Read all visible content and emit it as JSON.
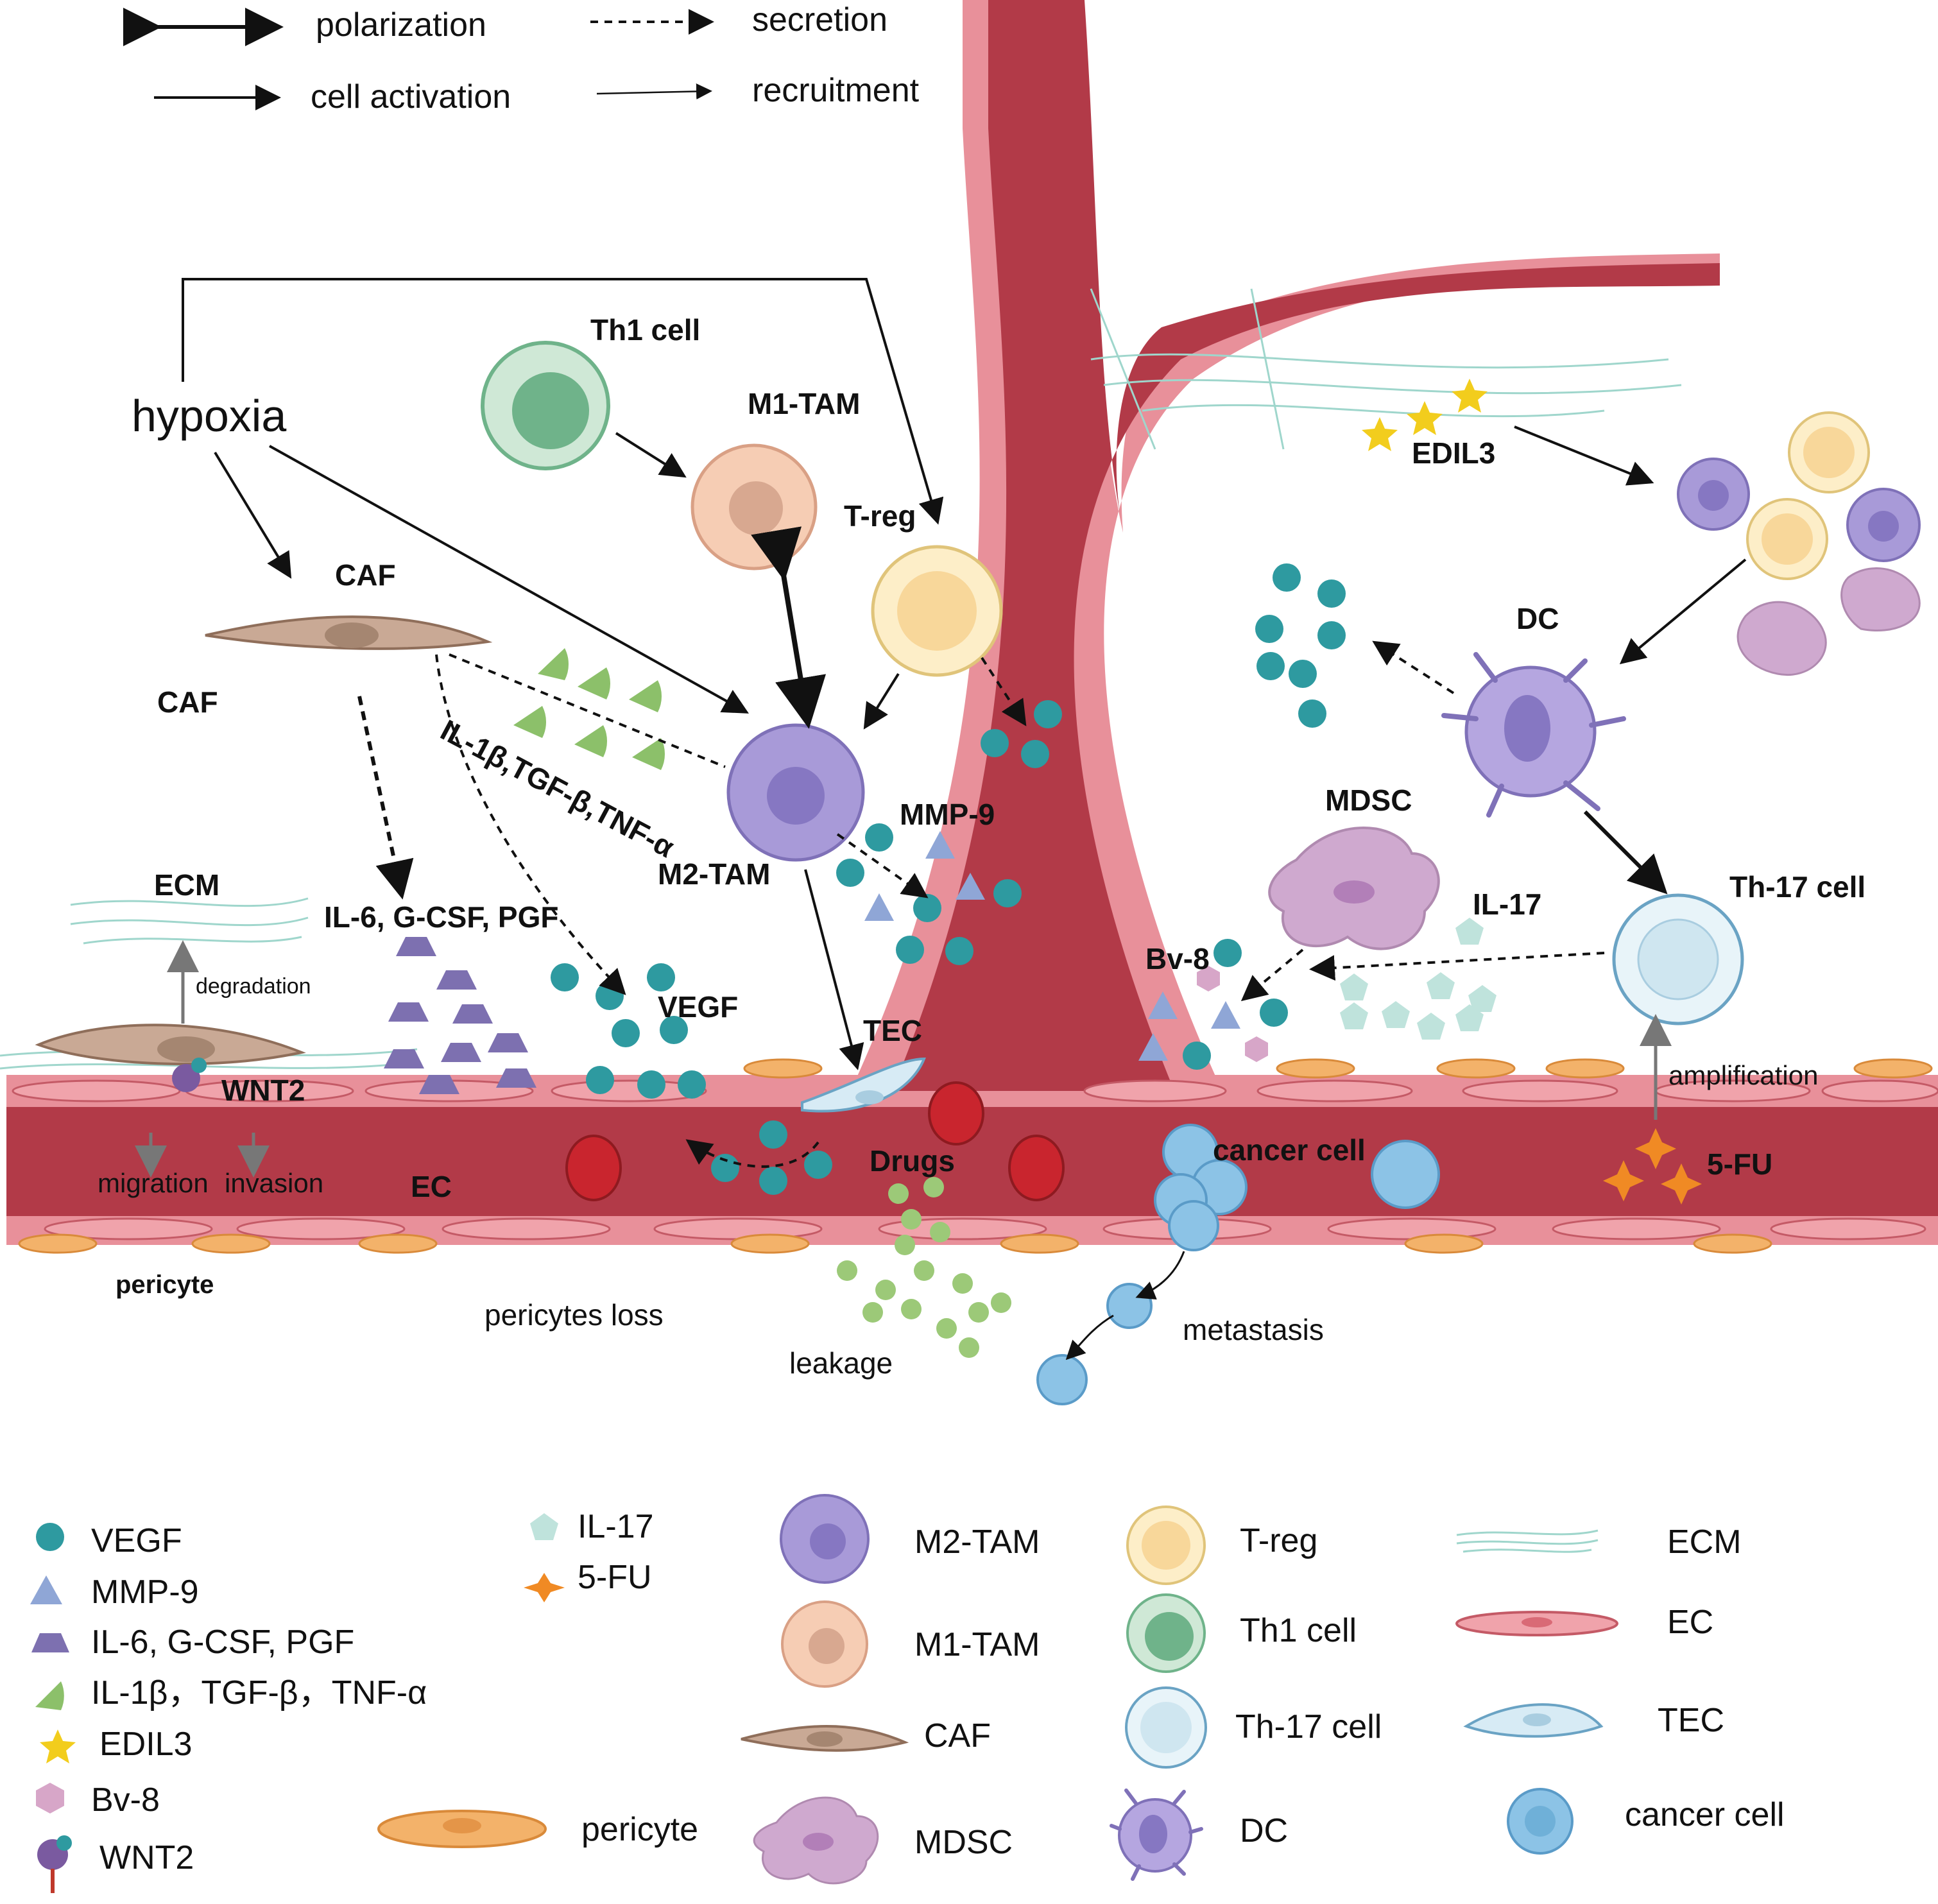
{
  "top_legend": {
    "polarization": "polarization",
    "secretion": "secretion",
    "cell_activation": "cell activation",
    "recruitment": "recruitment"
  },
  "labels": {
    "hypoxia": "hypoxia",
    "th1_cell": "Th1 cell",
    "m1_tam": "M1-TAM",
    "t_reg": "T-reg",
    "caf_top": "CAF",
    "caf_left": "CAF",
    "il1b_tgfb_tnfa": "IL-1β,TGF-β,TNF-α",
    "m2_tam": "M2-TAM",
    "mmp9": "MMP-9",
    "ecm": "ECM",
    "degradation": "degradation",
    "il6_gcsf_pgf": "IL-6, G-CSF, PGF",
    "vegf": "VEGF",
    "wnt2": "WNT2",
    "tec": "TEC",
    "migration": "migration",
    "invasion": "invasion",
    "ec": "EC",
    "drugs": "Drugs",
    "pericyte": "pericyte",
    "pericytes_loss": "pericytes loss",
    "leakage": "leakage",
    "edil3": "EDIL3",
    "dc": "DC",
    "mdsc": "MDSC",
    "il17": "IL-17",
    "th17_cell": "Th-17 cell",
    "bv8": "Bv-8",
    "amplification": "amplification",
    "cancer_cell": "cancer cell",
    "five_fu": "5-FU",
    "metastasis": "metastasis"
  },
  "bottom_legend": {
    "vegf": "VEGF",
    "mmp9": "MMP-9",
    "il6": "IL-6, G-CSF, PGF",
    "il1b": "IL-1β，TGF-β，TNF-α",
    "edil3": "EDIL3",
    "bv8": "Bv-8",
    "wnt2": "WNT2",
    "il17": "IL-17",
    "five_fu": "5-FU",
    "m2_tam": "M2-TAM",
    "m1_tam": "M1-TAM",
    "caf": "CAF",
    "mdsc": "MDSC",
    "pericyte": "pericyte",
    "t_reg": "T-reg",
    "th1_cell": "Th1 cell",
    "th17_cell": "Th-17 cell",
    "dc": "DC",
    "ecm": "ECM",
    "ec": "EC",
    "tec": "TEC",
    "cancer_cell": "cancer cell"
  },
  "colors": {
    "vessel": "#b23a48",
    "vessel_wall": "#e8909a",
    "vegf": "#2e9aa0",
    "mmp9": "#8fa6d6",
    "il6": "#7d70b0",
    "il1b": "#8cc06a",
    "edil3": "#f2cd1d",
    "bv8": "#d7a6c8",
    "il17": "#bfe3dc",
    "five_fu": "#f08a24",
    "m2_tam": "#a89ad8",
    "m1_tam": "#f6cdb4",
    "treg": "#f8d79a",
    "th1": "#6fb38a",
    "th17": "#cfe6f0",
    "caf": "#c9a995",
    "mdsc": "#cfa9cf",
    "pericyte": "#f3b26a",
    "cancer": "#8cc3e6",
    "drugs": "#9cc978"
  }
}
